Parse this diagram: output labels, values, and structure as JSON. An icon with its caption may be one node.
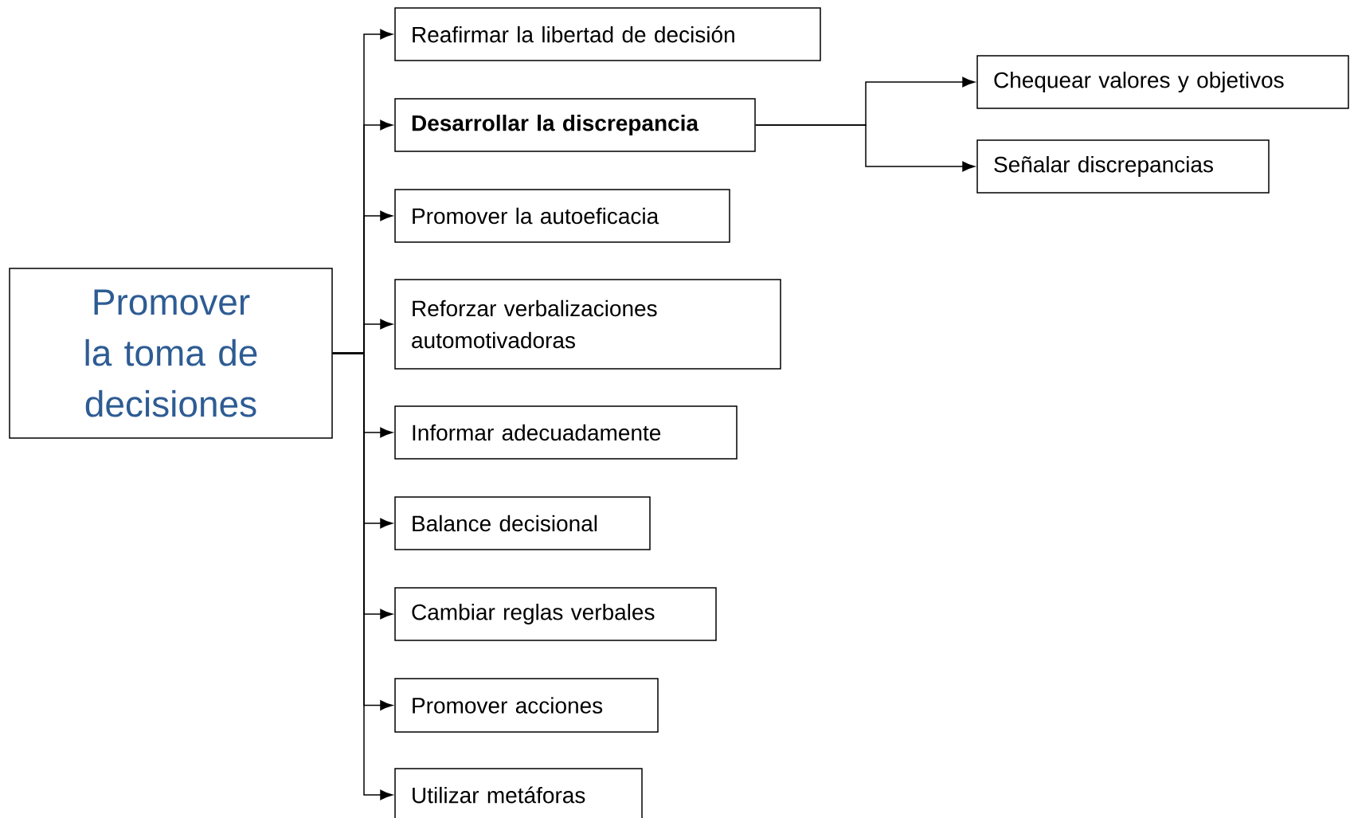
{
  "diagram": {
    "nodes": [
      {
        "text": [
          "Promover la toma de decisiones"
        ]
      },
      {
        "text": [
          "Reafirmar la libertad de decisión"
        ]
      },
      {
        "text": [
          "Desarrollar la discrepancia"
        ]
      },
      {
        "text": [
          "Chequear valores y objetivos"
        ]
      },
      {
        "text": [
          "Señalar discrepancias"
        ]
      },
      {
        "text": [
          "Promover la autoeficacia"
        ]
      },
      {
        "text": [
          "Reforzar verbalizaciones automotivadoras"
        ]
      },
      {
        "text": [
          "Informar adecuadamente"
        ]
      },
      {
        "text": [
          "Balance decisional"
        ]
      },
      {
        "text": [
          "Cambiar reglas verbales"
        ]
      },
      {
        "text": [
          "Promover acciones"
        ]
      },
      {
        "text": [
          "Utilizar metáforas"
        ]
      }
    ],
    "edges": [
      {
        "from": 0,
        "to": 1,
        "arrow": "to"
      },
      {
        "from": 0,
        "to": 2,
        "arrow": "to"
      },
      {
        "from": 2,
        "to": 3,
        "arrow": "to"
      },
      {
        "from": 2,
        "to": 4,
        "arrow": "to"
      },
      {
        "from": 0,
        "to": 5,
        "arrow": "to"
      },
      {
        "from": 0,
        "to": 6,
        "arrow": "to"
      },
      {
        "from": 0,
        "to": 7,
        "arrow": "to"
      },
      {
        "from": 0,
        "to": 8,
        "arrow": "to"
      },
      {
        "from": 0,
        "to": 9,
        "arrow": "to"
      },
      {
        "from": 0,
        "to": 10,
        "arrow": "to"
      },
      {
        "from": 0,
        "to": 11,
        "arrow": "to"
      }
    ]
  }
}
